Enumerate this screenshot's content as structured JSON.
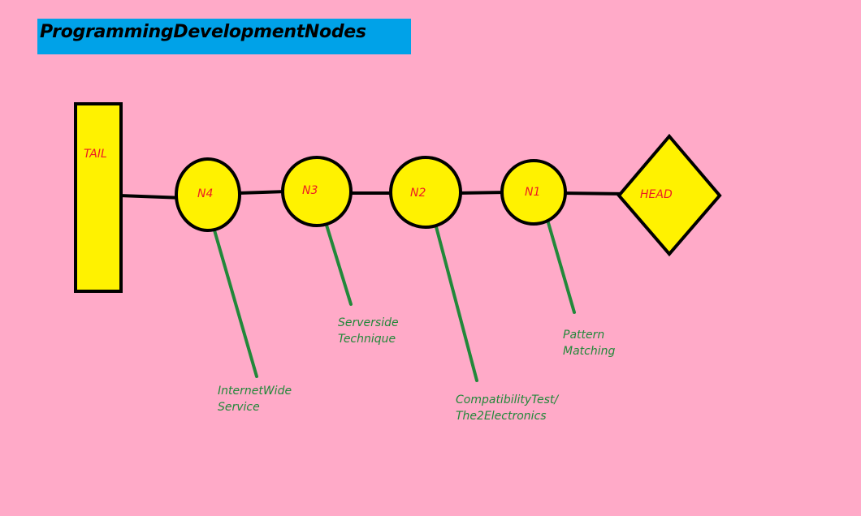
{
  "title": "ProgrammingDevelopmentNodes",
  "colors": {
    "background": "#ffaac8",
    "title_bar": "#00a2e8",
    "title_text": "#000000",
    "node_fill": "#fff200",
    "node_stroke": "#000000",
    "node_text": "#ed1c24",
    "connector": "#000000",
    "annotation_line": "#22883a",
    "annotation_text": "#22883a"
  },
  "tail": {
    "label": "TAIL"
  },
  "head": {
    "label": "HEAD"
  },
  "nodes": [
    {
      "id": "n4",
      "label": "N4",
      "annotation": [
        "InternetWide",
        "Service"
      ]
    },
    {
      "id": "n3",
      "label": "N3",
      "annotation": [
        "Serverside",
        "Technique"
      ]
    },
    {
      "id": "n2",
      "label": "N2",
      "annotation": [
        "CompatibilityTest/",
        "The2Electronics"
      ]
    },
    {
      "id": "n1",
      "label": "N1",
      "annotation": [
        "Pattern",
        "Matching"
      ]
    }
  ]
}
